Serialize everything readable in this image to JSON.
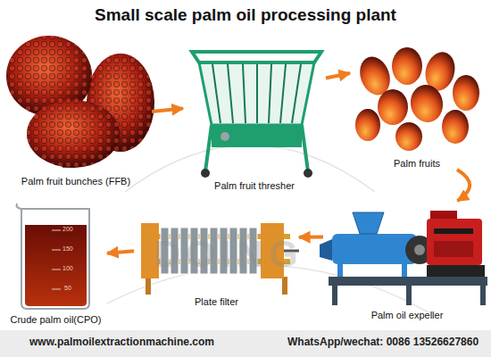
{
  "diagram": {
    "title": "Small scale palm oil processing plant",
    "nodes": [
      {
        "text": [
          "Palm fruit bunches (FFB)"
        ]
      },
      {
        "text": [
          "Palm fruit thresher"
        ]
      },
      {
        "text": [
          "Palm fruits"
        ]
      },
      {
        "text": [
          "Palm oil expeller"
        ]
      },
      {
        "text": [
          "Plate filter"
        ]
      },
      {
        "text": [
          "Crude palm oil(CPO)"
        ]
      }
    ],
    "edges": [
      {
        "from": 0,
        "to": 1,
        "arrow": "to"
      },
      {
        "from": 1,
        "to": 2,
        "arrow": "to"
      },
      {
        "from": 2,
        "to": 3,
        "arrow": "to"
      },
      {
        "from": 3,
        "to": 4,
        "arrow": "to"
      },
      {
        "from": 4,
        "to": 5,
        "arrow": "to"
      }
    ],
    "labels": [
      "200",
      "150",
      "100",
      "50",
      "DOING",
      "www.palmoilextractionmachine.com",
      "WhatsApp/wechat: 0086 13526627860"
    ]
  }
}
